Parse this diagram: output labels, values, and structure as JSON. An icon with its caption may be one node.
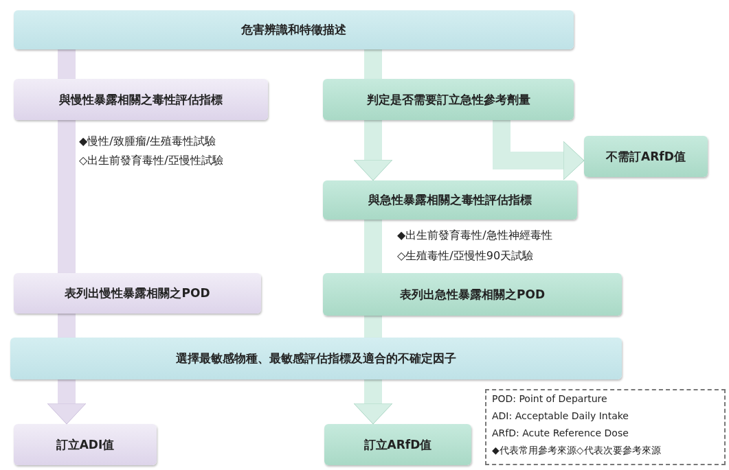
{
  "diagram": {
    "nodes": [
      {
        "text": [
          "危害辨識和特徵描述"
        ]
      },
      {
        "text": [
          "與慢性暴露相關之毒性評估指標"
        ]
      },
      {
        "text": [
          "判定是否需要訂立急性參考劑量"
        ]
      },
      {
        "text": [
          "不需訂ARfD值"
        ]
      },
      {
        "text": [
          "與急性暴露相關之毒性評估指標"
        ]
      },
      {
        "text": [
          "表列出慢性暴露相關之POD"
        ]
      },
      {
        "text": [
          "表列出急性暴露相關之POD"
        ]
      },
      {
        "text": [
          "選擇最敏感物種、最敏感評估指標及適合的不確定因子"
        ]
      },
      {
        "text": [
          "訂立ADI值"
        ]
      },
      {
        "text": [
          "訂立ARfD值"
        ]
      }
    ],
    "edges": [
      {
        "from": 0,
        "to": 1,
        "arrow": "none",
        "color": "#e4dcee"
      },
      {
        "from": 1,
        "to": 5,
        "arrow": "none",
        "color": "#e4dcee"
      },
      {
        "from": 5,
        "to": 7,
        "arrow": "none",
        "color": "#e4dcee"
      },
      {
        "from": 7,
        "to": 8,
        "arrow": "to",
        "color": "#e4dcee"
      },
      {
        "from": 0,
        "to": 2,
        "arrow": "none"
      },
      {
        "from": 2,
        "to": 4,
        "arrow": "to"
      },
      {
        "from": 2,
        "to": 3,
        "arrow": "to"
      },
      {
        "from": 4,
        "to": 6,
        "arrow": "none"
      },
      {
        "from": 6,
        "to": 7,
        "arrow": "none"
      },
      {
        "from": 7,
        "to": 9,
        "arrow": "to"
      }
    ],
    "labels": [
      "◆慢性/致腫瘤/生殖毒性試驗",
      "◇出生前發育毒性/亞慢性試驗",
      "◆出生前發育毒性/急性神經毒性",
      "◇生殖毒性/亞慢性90天試驗",
      "POD: Point of Departure",
      "ADI: Acceptable Daily Intake",
      "ARfD: Acute Reference Dose",
      "◆代表常用參考來源◇代表次要參考來源"
    ]
  }
}
